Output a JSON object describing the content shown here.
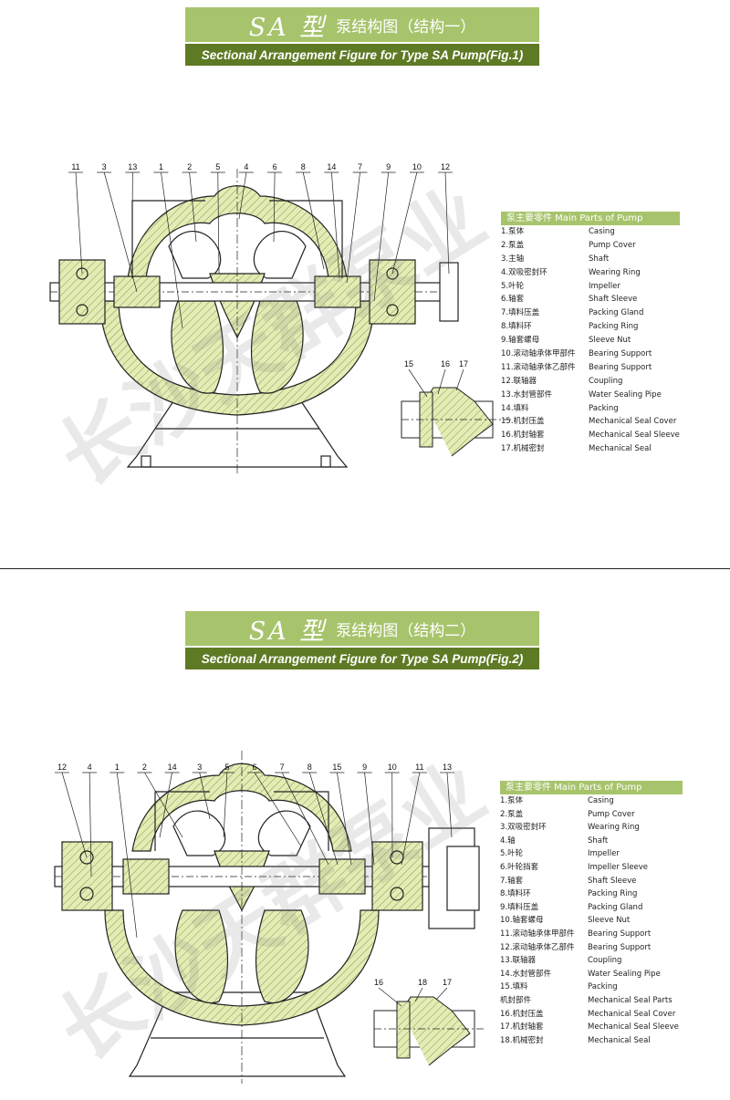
{
  "fig1": {
    "code": "SA 型",
    "title": "泵结构图（结构一）",
    "subtitle": "Sectional Arrangement Figure for Type SA Pump(Fig.1)",
    "callouts_top": [
      "11",
      "3",
      "13",
      "1",
      "2",
      "5",
      "4",
      "6",
      "8",
      "14",
      "7",
      "9",
      "10",
      "12"
    ],
    "callouts_detail": [
      "15",
      "16",
      "17"
    ],
    "legend_header": "泵主要零件 Main Parts of Pump",
    "parts": [
      {
        "cn": "1.泵体",
        "en": "Casing"
      },
      {
        "cn": "2.泵盖",
        "en": "Pump Cover"
      },
      {
        "cn": "3.主轴",
        "en": "Shaft"
      },
      {
        "cn": "4.双吸密封环",
        "en": "Wearing Ring"
      },
      {
        "cn": "5.叶轮",
        "en": "Impeller"
      },
      {
        "cn": "6.轴套",
        "en": "Shaft Sleeve"
      },
      {
        "cn": "7.填料压盖",
        "en": "Packing Gland"
      },
      {
        "cn": "8.填料环",
        "en": "Packing Ring"
      },
      {
        "cn": "9.轴套螺母",
        "en": "Sleeve Nut"
      },
      {
        "cn": "10.滚动轴承体甲部件",
        "en": "Bearing Support"
      },
      {
        "cn": "11.滚动轴承体乙部件",
        "en": "Bearing Support"
      },
      {
        "cn": "12.联轴器",
        "en": "Coupling"
      },
      {
        "cn": "13.水封管部件",
        "en": "Water Sealing Pipe"
      },
      {
        "cn": "14.填料",
        "en": "Packing"
      },
      {
        "cn": "15.机封压盖",
        "en": "Mechanical Seal Cover"
      },
      {
        "cn": "16.机封轴套",
        "en": "Mechanical Seal Sleeve"
      },
      {
        "cn": "17.机械密封",
        "en": "Mechanical Seal"
      }
    ]
  },
  "fig2": {
    "code": "SA 型",
    "title": "泵结构图（结构二）",
    "subtitle": "Sectional Arrangement Figure for Type SA Pump(Fig.2)",
    "callouts_top": [
      "12",
      "4",
      "1",
      "2",
      "14",
      "3",
      "5",
      "6",
      "7",
      "8",
      "15",
      "9",
      "10",
      "11",
      "13"
    ],
    "callouts_detail": [
      "16",
      "18",
      "17"
    ],
    "legend_header": "泵主要零件 Main Parts of Pump",
    "parts": [
      {
        "cn": "1.泵体",
        "en": "Casing"
      },
      {
        "cn": "2.泵盖",
        "en": "Pump Cover"
      },
      {
        "cn": "3.双吸密封环",
        "en": "Wearing Ring"
      },
      {
        "cn": "4.轴",
        "en": "Shaft"
      },
      {
        "cn": "5.叶轮",
        "en": "Impeller"
      },
      {
        "cn": "6.叶轮挡套",
        "en": "Impeller Sleeve"
      },
      {
        "cn": "7.轴套",
        "en": "Shaft Sleeve"
      },
      {
        "cn": "8.填料环",
        "en": "Packing Ring"
      },
      {
        "cn": "9.填料压盖",
        "en": "Packing Gland"
      },
      {
        "cn": "10.轴套螺母",
        "en": "Sleeve Nut"
      },
      {
        "cn": "11.滚动轴承体甲部件",
        "en": "Bearing Support"
      },
      {
        "cn": "12.滚动轴承体乙部件",
        "en": "Bearing Support"
      },
      {
        "cn": "13.联轴器",
        "en": "Coupling"
      },
      {
        "cn": "14.水封管部件",
        "en": "Water Sealing Pipe"
      },
      {
        "cn": "15.填料",
        "en": "Packing"
      },
      {
        "cn": "机封部件",
        "en": "Mechanical Seal Parts"
      },
      {
        "cn": "16.机封压盖",
        "en": "Mechanical Seal Cover"
      },
      {
        "cn": "17.机封轴套",
        "en": "Mechanical Seal Sleeve"
      },
      {
        "cn": "18.机械密封",
        "en": "Mechanical Seal"
      }
    ]
  },
  "watermark": "长沙天群泵业",
  "colors": {
    "banner_light": "#a7c46c",
    "banner_dark": "#5f7a24",
    "hatch_fill": "#e3ecb5",
    "line": "#222222"
  }
}
